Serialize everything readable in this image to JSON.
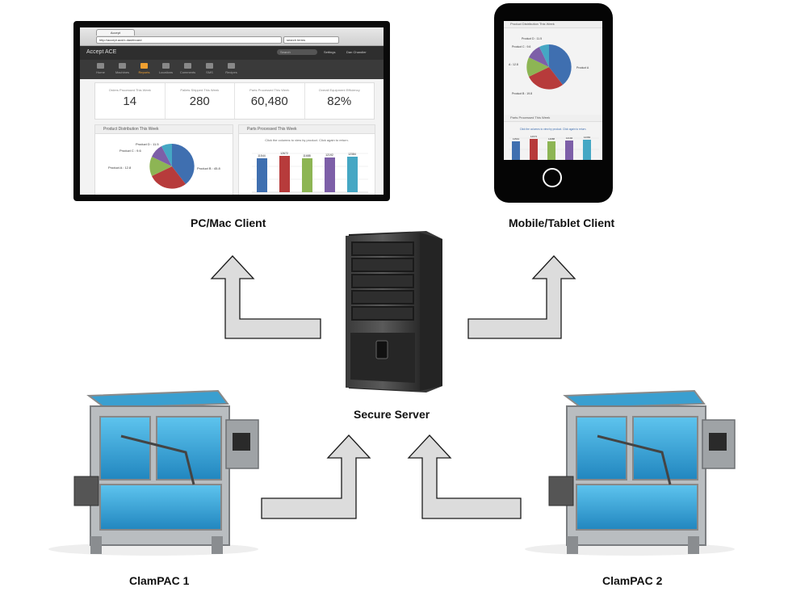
{
  "labels": {
    "pc_client": "PC/Mac Client",
    "mobile_client": "Mobile/Tablet Client",
    "server": "Secure Server",
    "machine1": "ClamPAC 1",
    "machine2": "ClamPAC 2"
  },
  "desktop_screen": {
    "browser_tab": "Accept",
    "url": "http://accept.acd/c.dashboard",
    "search": "search terms",
    "app_title": "Accept ACE",
    "search_placeholder": "Search",
    "settings": "Settings",
    "user": "Dan Chandler",
    "nav": [
      "Home",
      "Machines",
      "Reports",
      "Locations",
      "Comments",
      "SMS",
      "Recipes"
    ],
    "kpis": [
      {
        "label": "Orders Processed This Week",
        "value": "14"
      },
      {
        "label": "Pallets Shipped This Week",
        "value": "280"
      },
      {
        "label": "Parts Processed This Week",
        "value": "60,480"
      },
      {
        "label": "Overall Equipment Efficiency",
        "value": "82%"
      }
    ],
    "pie_panel_title": "Product Distribution This Week",
    "bar_panel_title": "Parts Processed This Week",
    "bar_subtitle": "Click the columns to view by product. Click again to return.",
    "pie_labels": [
      "Product D : 11.5",
      "Product C : 9.6",
      "Product A : 12.8",
      "Product B : 45.8"
    ],
    "bar_labels": [
      "11544",
      "12672",
      "11688",
      "12192",
      "12384"
    ]
  },
  "mobile_screen": {
    "pie_panel_title": "Product Distribution This Week",
    "bar_panel_title": "Parts Processed This Week",
    "bar_subtitle": "Click the columns to view by product. Click again to return.",
    "pie_labels": [
      "Product D : 11.5",
      "Product C : 9.6",
      "A : 12.8",
      "Product B : 19.8",
      "Product A"
    ],
    "bar_labels": [
      "11544",
      "12672",
      "11688",
      "12192",
      "12384"
    ]
  },
  "colors": {
    "arrow_fill": "#dcdcdc",
    "arrow_stroke": "#1a1a1a",
    "pie": [
      "#3f6fb0",
      "#b73b3b",
      "#8db554",
      "#7d5fa8",
      "#45a7c4"
    ],
    "bars": [
      "#3f6fb0",
      "#b73b3b",
      "#8db554",
      "#7d5fa8",
      "#45a7c4"
    ],
    "machine_blue": "#2a9fd6"
  }
}
